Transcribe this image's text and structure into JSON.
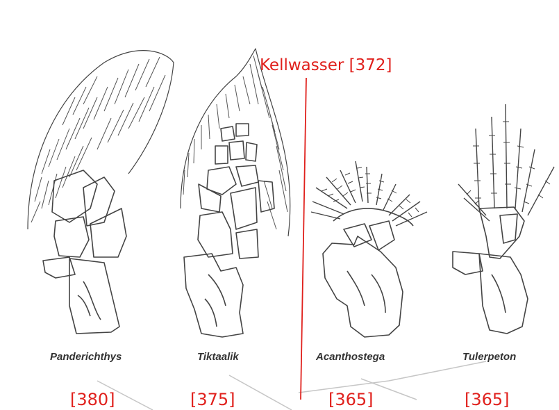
{
  "event": {
    "label": "Kellwasser [372]",
    "color": "#e0201c"
  },
  "specimens": [
    {
      "name": "Panderichthys",
      "date": "[380]"
    },
    {
      "name": "Tiktaalik",
      "date": "[375]"
    },
    {
      "name": "Acanthostega",
      "date": "[365]"
    },
    {
      "name": "Tulerpeton",
      "date": "[365]"
    }
  ],
  "colors": {
    "text": "#333333",
    "stroke": "#555555",
    "accent": "#e0201c"
  }
}
